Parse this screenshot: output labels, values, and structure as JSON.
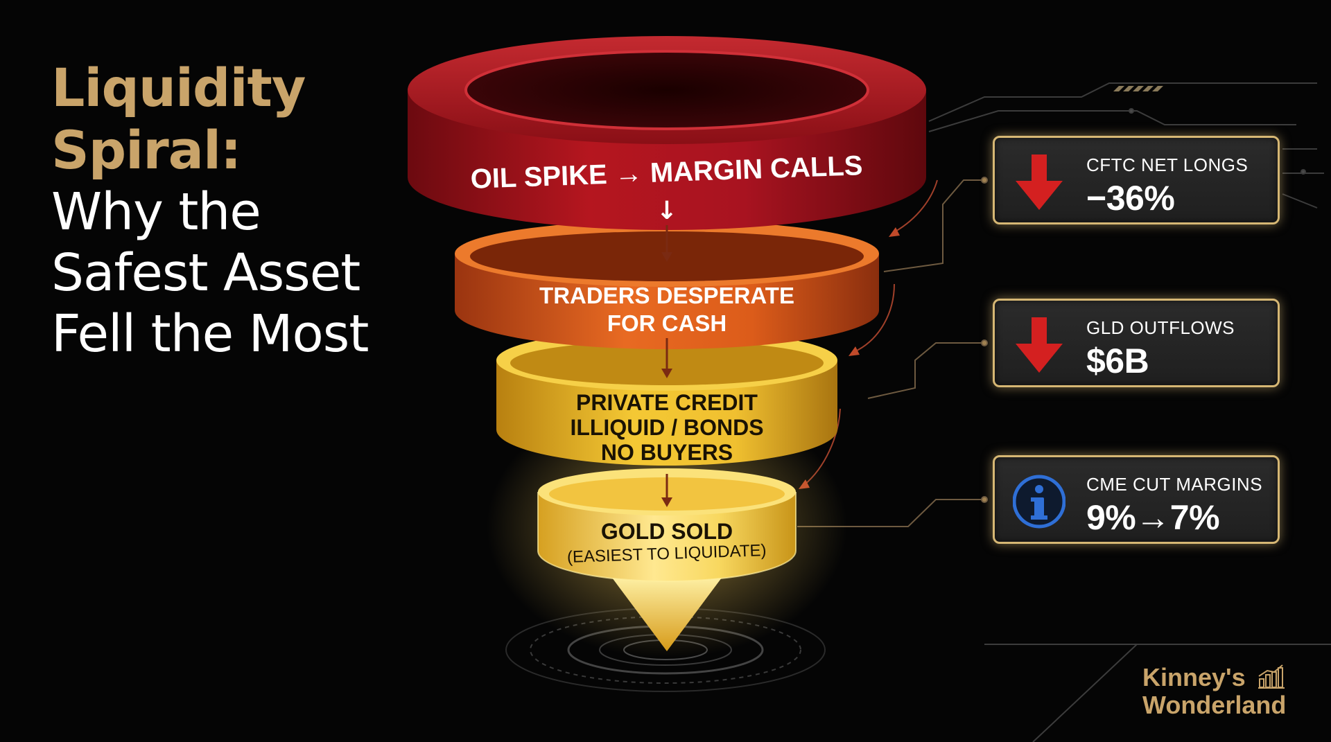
{
  "title": {
    "line1": "Liquidity",
    "line2": "Spiral:",
    "line3": "Why the",
    "line4": "Safest Asset",
    "line5": "Fell the Most"
  },
  "funnel": {
    "stage1": {
      "label": "OIL SPIKE → MARGIN CALLS",
      "arrow": "↓"
    },
    "stage2": {
      "line1": "TRADERS DESPERATE",
      "line2": "FOR CASH"
    },
    "stage3": {
      "line1": "PRIVATE CREDIT",
      "line2": "ILLIQUID / BONDS",
      "line3": "NO BUYERS"
    },
    "stage4": {
      "line1": "GOLD SOLD",
      "line2": "(EASIEST TO LIQUIDATE)"
    }
  },
  "cards": [
    {
      "label": "CFTC NET LONGS",
      "value": "−36%",
      "icon": "down-arrow-icon"
    },
    {
      "label": "GLD OUTFLOWS",
      "value": "$6B",
      "icon": "down-arrow-icon"
    },
    {
      "label": "CME CUT MARGINS",
      "value": "9%→7%",
      "icon": "info-icon"
    }
  ],
  "brand": {
    "line1": "Kinney's",
    "line2": "Wonderland"
  },
  "colors": {
    "title_gold": "#c9a46a",
    "ring_red": "#a8121c",
    "ring_orange": "#e0601c",
    "ring_yellow": "#f0c030",
    "ring_gold": "#f8d860",
    "card_border": "#d6b774",
    "arrow_red": "#d42020",
    "info_blue": "#2f6fd6"
  }
}
